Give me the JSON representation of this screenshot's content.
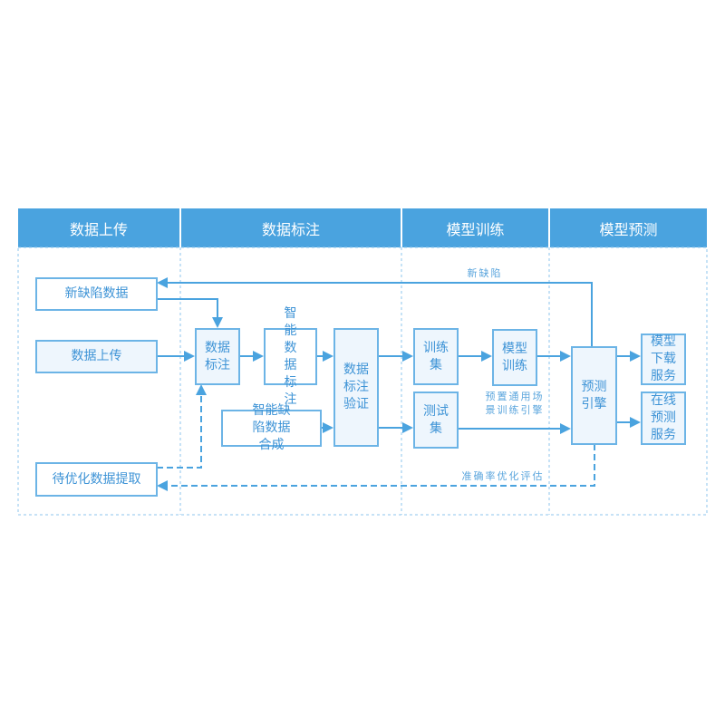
{
  "headers": [
    "数据上传",
    "数据标注",
    "模型训练",
    "模型预测"
  ],
  "boxes": {
    "new_defect_data": "新缺陷数据",
    "data_upload": "数据上传",
    "to_optimize_extract": "待优化数据提取",
    "data_annotation": "数据标注",
    "smart_annotation": "智能数据标注",
    "annotation_verify": "数据标注验证",
    "defect_synthesis": "智能缺陷数据合成",
    "train_set": "训练集",
    "test_set": "测试集",
    "model_training": "模型训练",
    "predict_engine": "预测引擎",
    "model_download": "模型下载服务",
    "online_predict": "在线预测服务"
  },
  "labels": {
    "new_defect": "新缺陷",
    "preset_engine": "预置通用场景训练引擎",
    "accuracy_eval": "准确率优化评估"
  },
  "colors": {
    "header": "#4aa3df",
    "line": "#4aa3df",
    "box_border": "#6cb4e6"
  }
}
